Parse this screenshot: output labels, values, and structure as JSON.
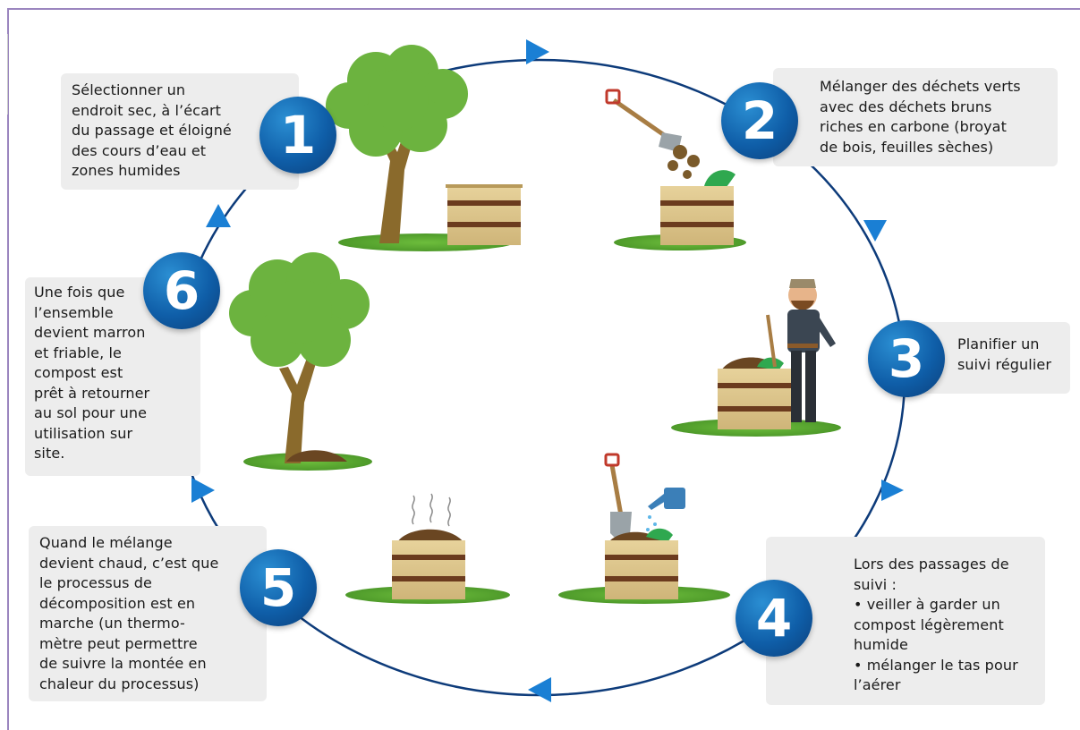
{
  "steps": [
    {
      "number": "1",
      "text": "Sélectionner un\nendroit sec, à l’écart\ndu passage et éloigné\ndes cours d’eau et\nzones humides"
    },
    {
      "number": "2",
      "text": "Mélanger des déchets verts\navec des déchets bruns\nriches en carbone (broyat\nde bois, feuilles sèches)"
    },
    {
      "number": "3",
      "text": "Planifier un\nsuivi régulier"
    },
    {
      "number": "4",
      "text": "Lors des passages de\nsuivi :\n• veiller à garder un\ncompost légèrement\nhumide\n• mélanger le tas pour\nl’aérer"
    },
    {
      "number": "5",
      "text": "Quand le mélange\ndevient chaud, c’est que\nle processus de\ndécomposition est en\nmarche (un thermo-\nmètre peut permettre\nde suivre la montée en\nchaleur du processus)"
    },
    {
      "number": "6",
      "text": "Une fois que\nl’ensemble\ndevient marron\net friable, le\ncompost est\nprêt à retourner\nau sol pour une\nutilisation sur\nsite."
    }
  ],
  "colors": {
    "cycle_line": "#0d3b7a",
    "arrow": "#1a7fd4",
    "badge": "#0f5ea8",
    "box_bg": "#ededed",
    "grass": "#58a72f",
    "tree_leaves": "#6cb33f",
    "trunk": "#8a6a2c",
    "crate": "#dcc489",
    "crate_band": "#6b3b1e"
  }
}
